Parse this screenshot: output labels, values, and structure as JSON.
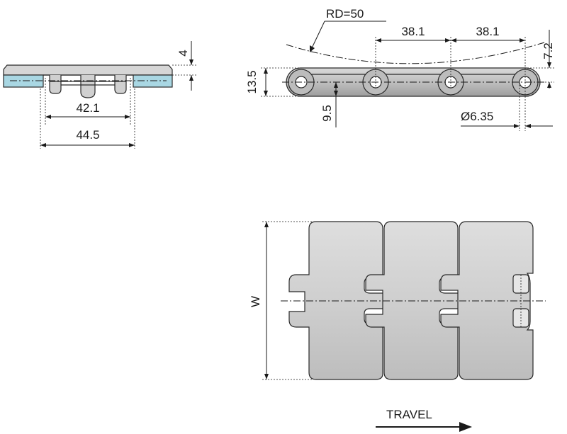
{
  "dimensions": {
    "thickness": "4",
    "inner_width": "42.1",
    "outer_width": "44.5",
    "radius": "RD=50",
    "pitch_a": "38.1",
    "pitch_b": "38.1",
    "offset": "7.2",
    "height": "13.5",
    "pin_height": "9.5",
    "pin_diameter": "Ø6.35",
    "width": "W"
  },
  "direction_label": "TRAVEL",
  "colors": {
    "plate_fill": "#d4d4d4",
    "plate_edge": "#8e8e8e",
    "accent": "#a9d7e3",
    "line": "#1a1a1a"
  }
}
